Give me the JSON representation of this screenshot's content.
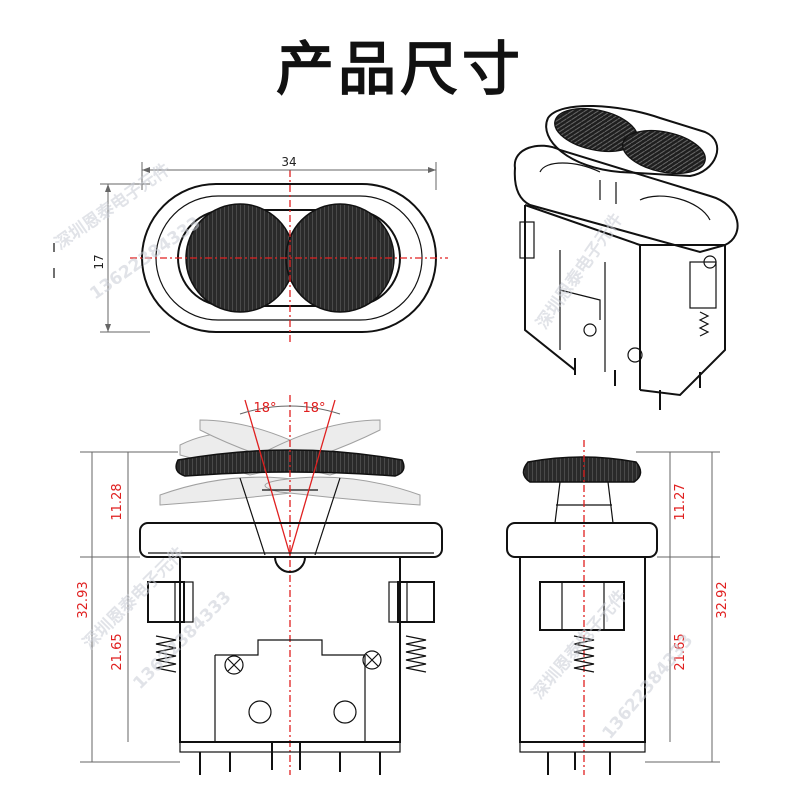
{
  "title": "产品尺寸",
  "top_view": {
    "width": "34",
    "height": "17"
  },
  "front_view": {
    "angle_left": "18°",
    "angle_right": "18°",
    "top_height": "11.28",
    "total_height": "32.93",
    "body_height": "21.65"
  },
  "side_view": {
    "top_height": "11.27",
    "total_height": "32.92",
    "body_height": "21.65"
  },
  "watermark": {
    "text_a": "深圳恩泰电子元件",
    "text_b": "13622384333"
  },
  "colors": {
    "dimension": "#e02020",
    "line": "#111111",
    "rocker": "#222222"
  }
}
